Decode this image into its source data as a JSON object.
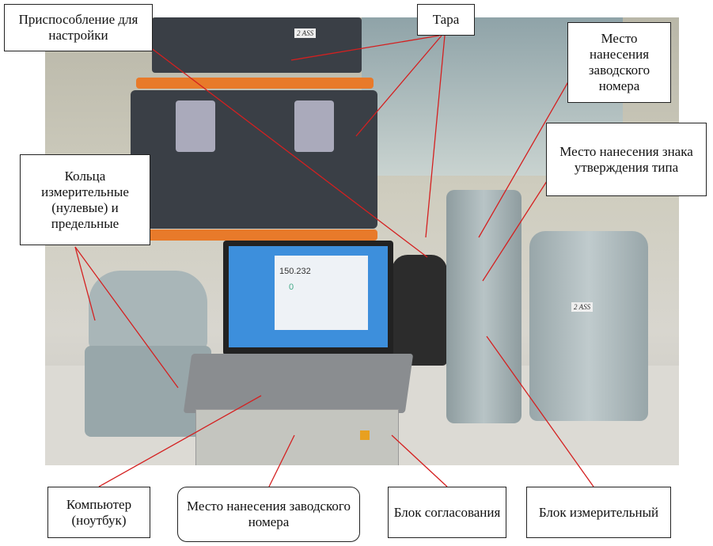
{
  "callouts": {
    "adjust_device": "Приспособление для настройки",
    "tare": "Тара",
    "serial_place_top": "Место нанесения заводского номера",
    "type_approval_place": "Место нанесения знака утверждения типа",
    "rings": "Кольца измерительные (нулевые) и предельные",
    "computer": "Компьютер (ноутбук)",
    "serial_place_bottom": "Место нанесения заводского номера",
    "matching_unit": "Блок согласования",
    "measuring_unit": "Блок измерительный"
  },
  "laptop_screen": {
    "value": "150.232",
    "zero": "0"
  },
  "photo_labels": {
    "case_mark": "2 ASS",
    "drum_mark": "2 ASS"
  },
  "colors": {
    "line": "#d42020",
    "case": "#3a3f46",
    "metal": "#a9b6b8",
    "handle": "#e87a2a"
  }
}
